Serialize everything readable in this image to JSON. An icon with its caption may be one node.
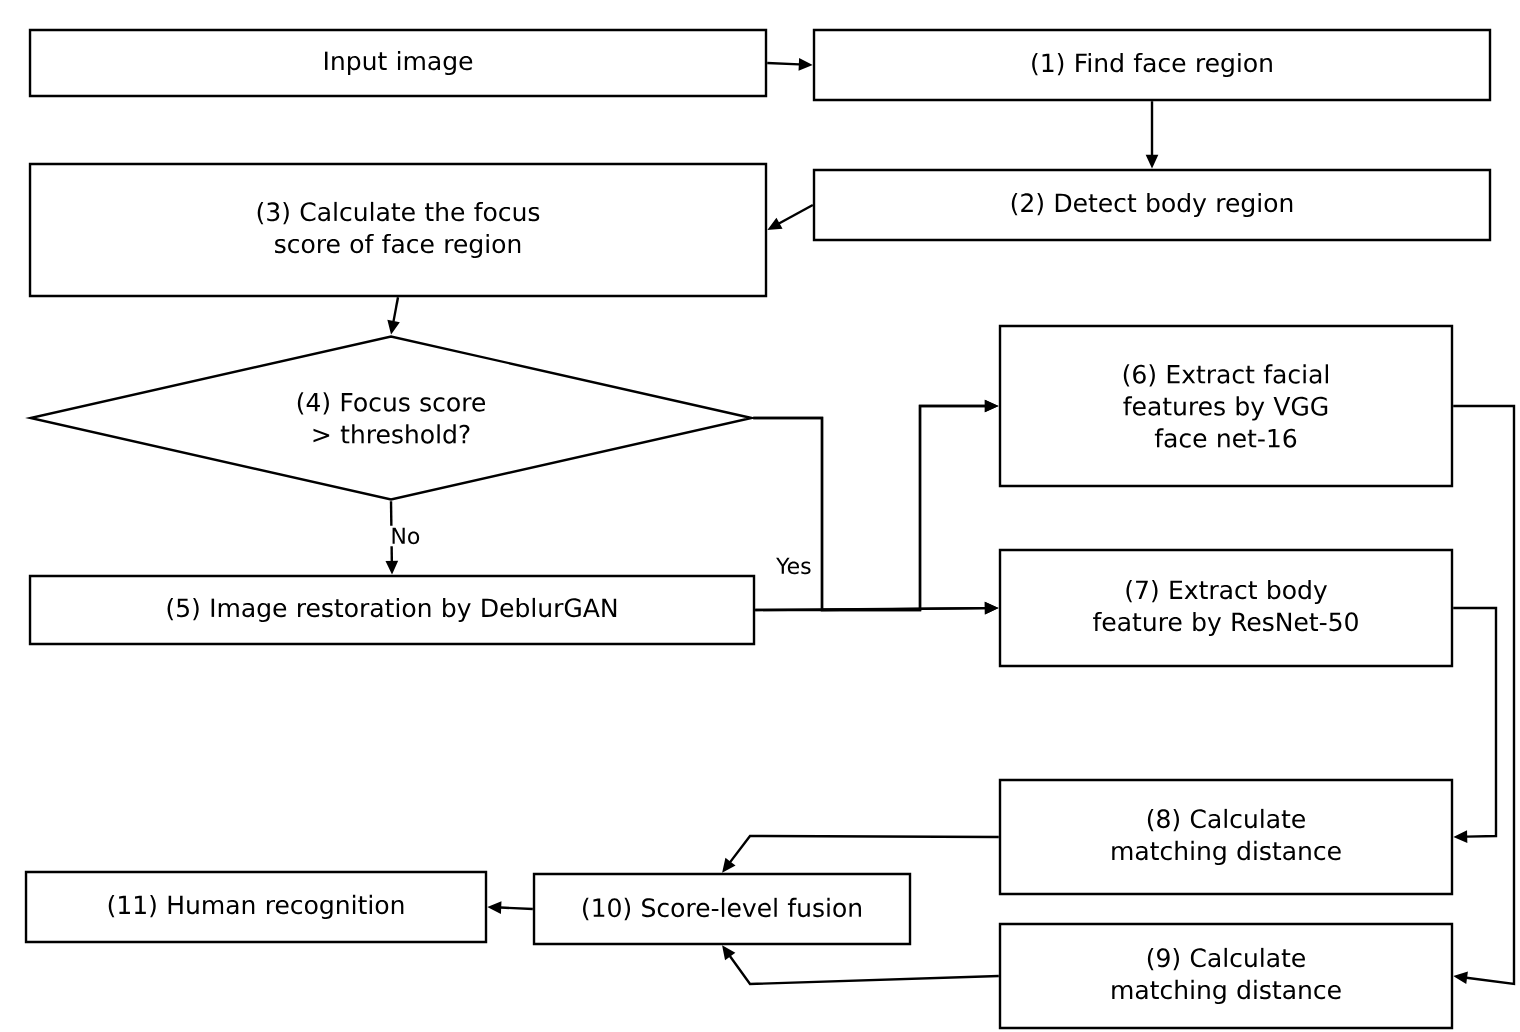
{
  "diagram": {
    "nodes": [
      {
        "text": [
          "Input image"
        ]
      },
      {
        "text": [
          "(1) Find face region"
        ]
      },
      {
        "text": [
          "(2) Detect body region"
        ]
      },
      {
        "text": [
          "(3) Calculate the focus score of face region"
        ]
      },
      {
        "text": [
          "(4) Focus score > threshold?"
        ]
      },
      {
        "text": [
          "(5) Image restoration by DeblurGAN"
        ]
      },
      {
        "text": [
          "(6) Extract facial features by VGG face net-16"
        ]
      },
      {
        "text": [
          "(7) Extract body feature by ResNet-50"
        ]
      },
      {
        "text": [
          "(8) Calculate matching distance"
        ]
      },
      {
        "text": [
          "(9) Calculate matching distance"
        ]
      },
      {
        "text": [
          "(10) Score-level fusion"
        ]
      },
      {
        "text": [
          "(11) Human recognition"
        ]
      }
    ],
    "edges": [
      {
        "from": 0,
        "to": 1,
        "arrow": "to"
      },
      {
        "from": 1,
        "to": 2,
        "arrow": "to"
      },
      {
        "from": 2,
        "to": 3,
        "arrow": "to"
      },
      {
        "from": 3,
        "to": 4,
        "arrow": "to"
      },
      {
        "from": 4,
        "to": 5,
        "arrow": "to",
        "label": "No"
      },
      {
        "from": 4,
        "to": 6,
        "arrow": "to",
        "label": "Yes"
      },
      {
        "from": 4,
        "to": 7,
        "arrow": "to"
      },
      {
        "from": 5,
        "to": 6,
        "arrow": "to"
      },
      {
        "from": 5,
        "to": 7,
        "arrow": "to"
      },
      {
        "from": 6,
        "to": 9,
        "arrow": "to"
      },
      {
        "from": 7,
        "to": 8,
        "arrow": "to"
      },
      {
        "from": 8,
        "to": 10,
        "arrow": "to"
      },
      {
        "from": 9,
        "to": 10,
        "arrow": "to"
      },
      {
        "from": 10,
        "to": 11,
        "arrow": "to"
      }
    ]
  }
}
